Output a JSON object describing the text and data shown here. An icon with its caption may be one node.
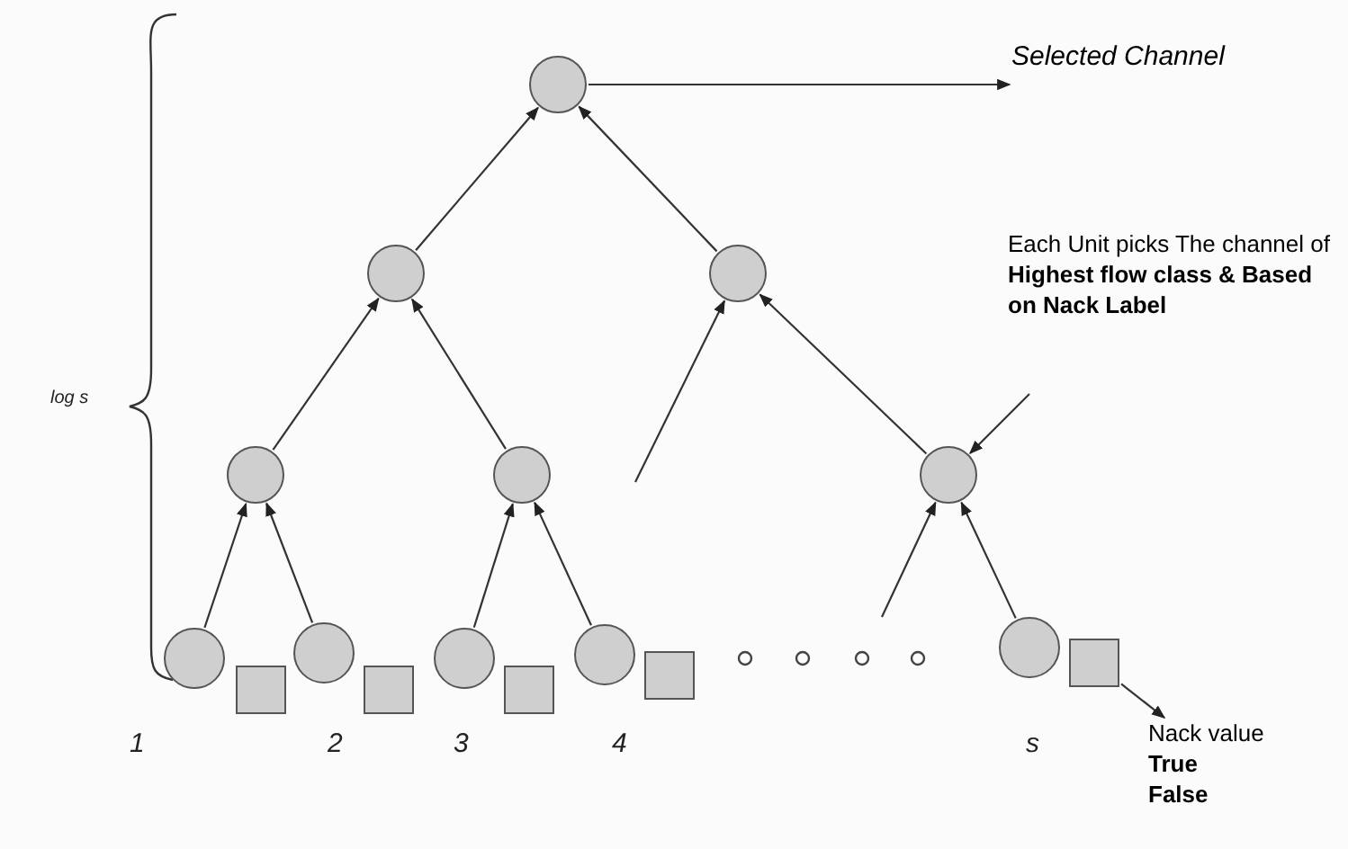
{
  "diagram": {
    "nodes": [
      {
        "text": [],
        "shape": "circle"
      },
      {
        "text": [],
        "shape": "circle"
      },
      {
        "text": [],
        "shape": "circle"
      },
      {
        "text": [],
        "shape": "circle"
      },
      {
        "text": [],
        "shape": "circle"
      },
      {
        "text": [],
        "shape": "circle"
      },
      {
        "text": [],
        "shape": "circle"
      },
      {
        "text": [],
        "shape": "box"
      },
      {
        "text": [],
        "shape": "circle"
      },
      {
        "text": [],
        "shape": "box"
      },
      {
        "text": [],
        "shape": "circle"
      },
      {
        "text": [],
        "shape": "box"
      },
      {
        "text": [],
        "shape": "circle"
      },
      {
        "text": [],
        "shape": "box"
      },
      {
        "text": [],
        "shape": "circle"
      },
      {
        "text": [],
        "shape": "box"
      },
      {
        "text": [
          "Selected Channel"
        ]
      },
      {
        "text": [
          "Each Unit picks The channel of",
          "Highest flow class & Based on Nack Label"
        ]
      },
      {
        "text": [
          "Nack value",
          "True",
          "False"
        ]
      }
    ],
    "edges": [
      {
        "from": 6,
        "to": 3,
        "arrow": "to"
      },
      {
        "from": 8,
        "to": 3,
        "arrow": "to"
      },
      {
        "from": 10,
        "to": 4,
        "arrow": "to"
      },
      {
        "from": 12,
        "to": 4,
        "arrow": "to"
      },
      {
        "from": 3,
        "to": 1,
        "arrow": "to"
      },
      {
        "from": 4,
        "to": 1,
        "arrow": "to"
      },
      {
        "from": null,
        "to": 2,
        "arrow": "to"
      },
      {
        "from": 5,
        "to": 2,
        "arrow": "to"
      },
      {
        "from": 1,
        "to": 0,
        "arrow": "to"
      },
      {
        "from": 2,
        "to": 0,
        "arrow": "to"
      },
      {
        "from": 0,
        "to": 16,
        "arrow": "to"
      },
      {
        "from": 17,
        "to": 5,
        "arrow": "to"
      },
      {
        "from": null,
        "to": 5,
        "arrow": "to"
      },
      {
        "from": 14,
        "to": 5,
        "arrow": "to"
      },
      {
        "from": 15,
        "to": 18,
        "arrow": "to"
      }
    ],
    "labels": [
      "log s",
      "1",
      "2",
      "3",
      "4",
      "s"
    ]
  }
}
